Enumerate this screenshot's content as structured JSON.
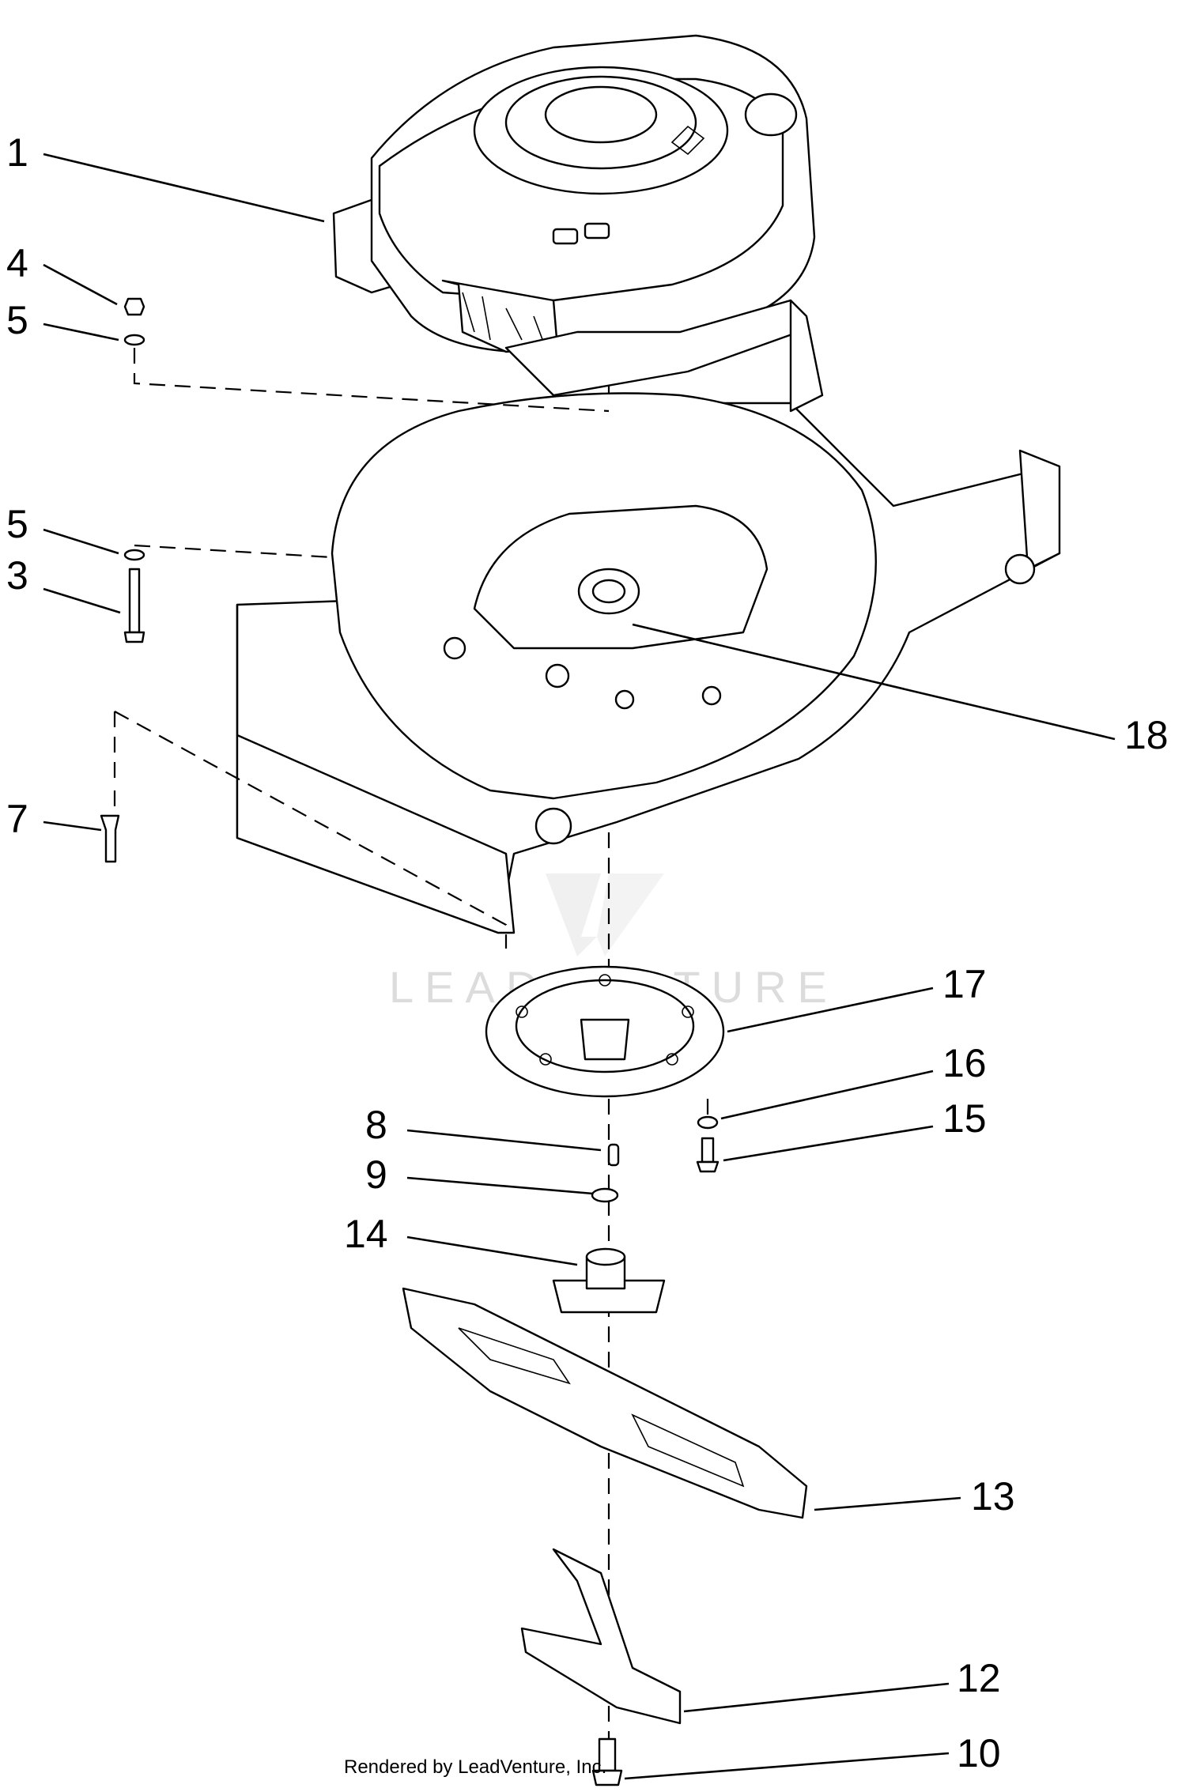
{
  "diagram": {
    "callouts": [
      {
        "id": "c1",
        "label": "1"
      },
      {
        "id": "c4",
        "label": "4"
      },
      {
        "id": "c5a",
        "label": "5"
      },
      {
        "id": "c5b",
        "label": "5"
      },
      {
        "id": "c3",
        "label": "3"
      },
      {
        "id": "c7",
        "label": "7"
      },
      {
        "id": "c18",
        "label": "18"
      },
      {
        "id": "c17",
        "label": "17"
      },
      {
        "id": "c16",
        "label": "16"
      },
      {
        "id": "c15",
        "label": "15"
      },
      {
        "id": "c8",
        "label": "8"
      },
      {
        "id": "c9",
        "label": "9"
      },
      {
        "id": "c14",
        "label": "14"
      },
      {
        "id": "c13",
        "label": "13"
      },
      {
        "id": "c12",
        "label": "12"
      },
      {
        "id": "c10",
        "label": "10"
      }
    ],
    "watermark": "LEADVENTURE",
    "footer": "Rendered by LeadVenture, Inc."
  }
}
